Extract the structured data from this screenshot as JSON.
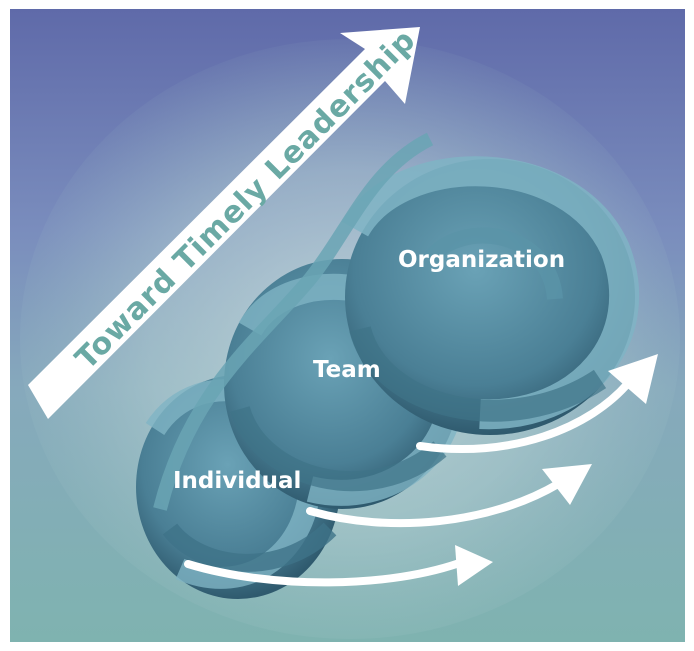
{
  "diagram": {
    "main_arrow_label": "Toward Timely Leadership",
    "levels": [
      {
        "id": "individual",
        "label": "Individual"
      },
      {
        "id": "team",
        "label": "Team"
      },
      {
        "id": "organization",
        "label": "Organization"
      }
    ],
    "colors": {
      "background_top": "#5f6aa9",
      "background_bottom": "#7fb3b0",
      "sphere": "#4f869b",
      "ribbon": "#6aa4b4",
      "arrow": "#ffffff",
      "arrow_text": "#6aa9a4",
      "label_text": "#ffffff"
    }
  }
}
